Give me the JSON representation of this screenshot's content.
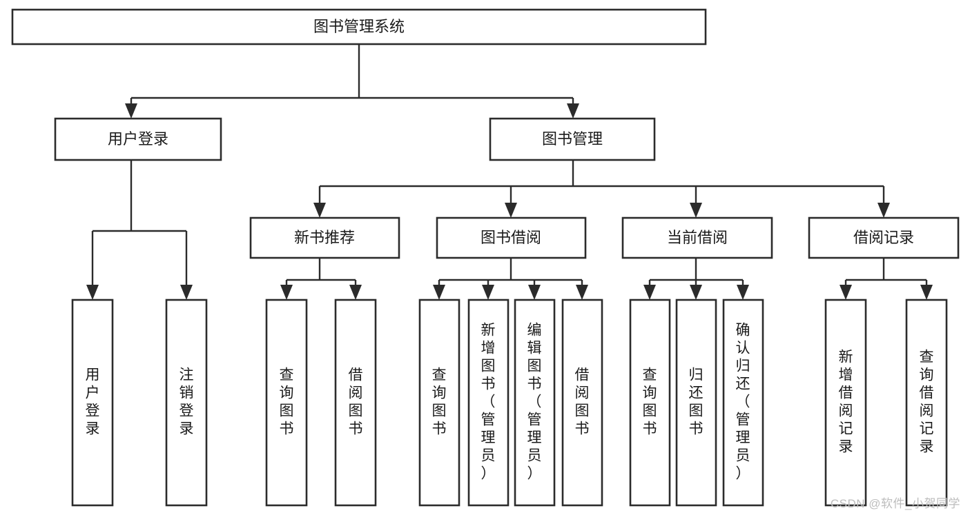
{
  "diagram": {
    "title": "图书管理系统",
    "type": "tree-hierarchy",
    "watermark": "CSDN @软件_小贺同学",
    "colors": {
      "box_fill": "#ffffff",
      "box_stroke": "#2b2b2b",
      "text": "#1a1a1a",
      "watermark": "#bdbdbd",
      "background": "#ffffff"
    },
    "root": {
      "label": "图书管理系统"
    },
    "level2": [
      {
        "label": "用户登录"
      },
      {
        "label": "图书管理"
      }
    ],
    "level3": [
      {
        "label": "新书推荐"
      },
      {
        "label": "图书借阅"
      },
      {
        "label": "当前借阅"
      },
      {
        "label": "借阅记录"
      }
    ],
    "leaves": {
      "user_login": [
        {
          "label": "用户登录"
        },
        {
          "label": "注销登录"
        }
      ],
      "new_book_recommend": [
        {
          "label": "查询图书"
        },
        {
          "label": "借阅图书"
        }
      ],
      "book_borrow": [
        {
          "label": "查询图书"
        },
        {
          "label": "新增图书（管理员）"
        },
        {
          "label": "编辑图书（管理员）"
        },
        {
          "label": "借阅图书"
        }
      ],
      "current_borrow": [
        {
          "label": "查询图书"
        },
        {
          "label": "归还图书"
        },
        {
          "label": "确认归还（管理员）"
        }
      ],
      "borrow_record": [
        {
          "label": "新增借阅记录"
        },
        {
          "label": "查询借阅记录"
        }
      ]
    }
  }
}
